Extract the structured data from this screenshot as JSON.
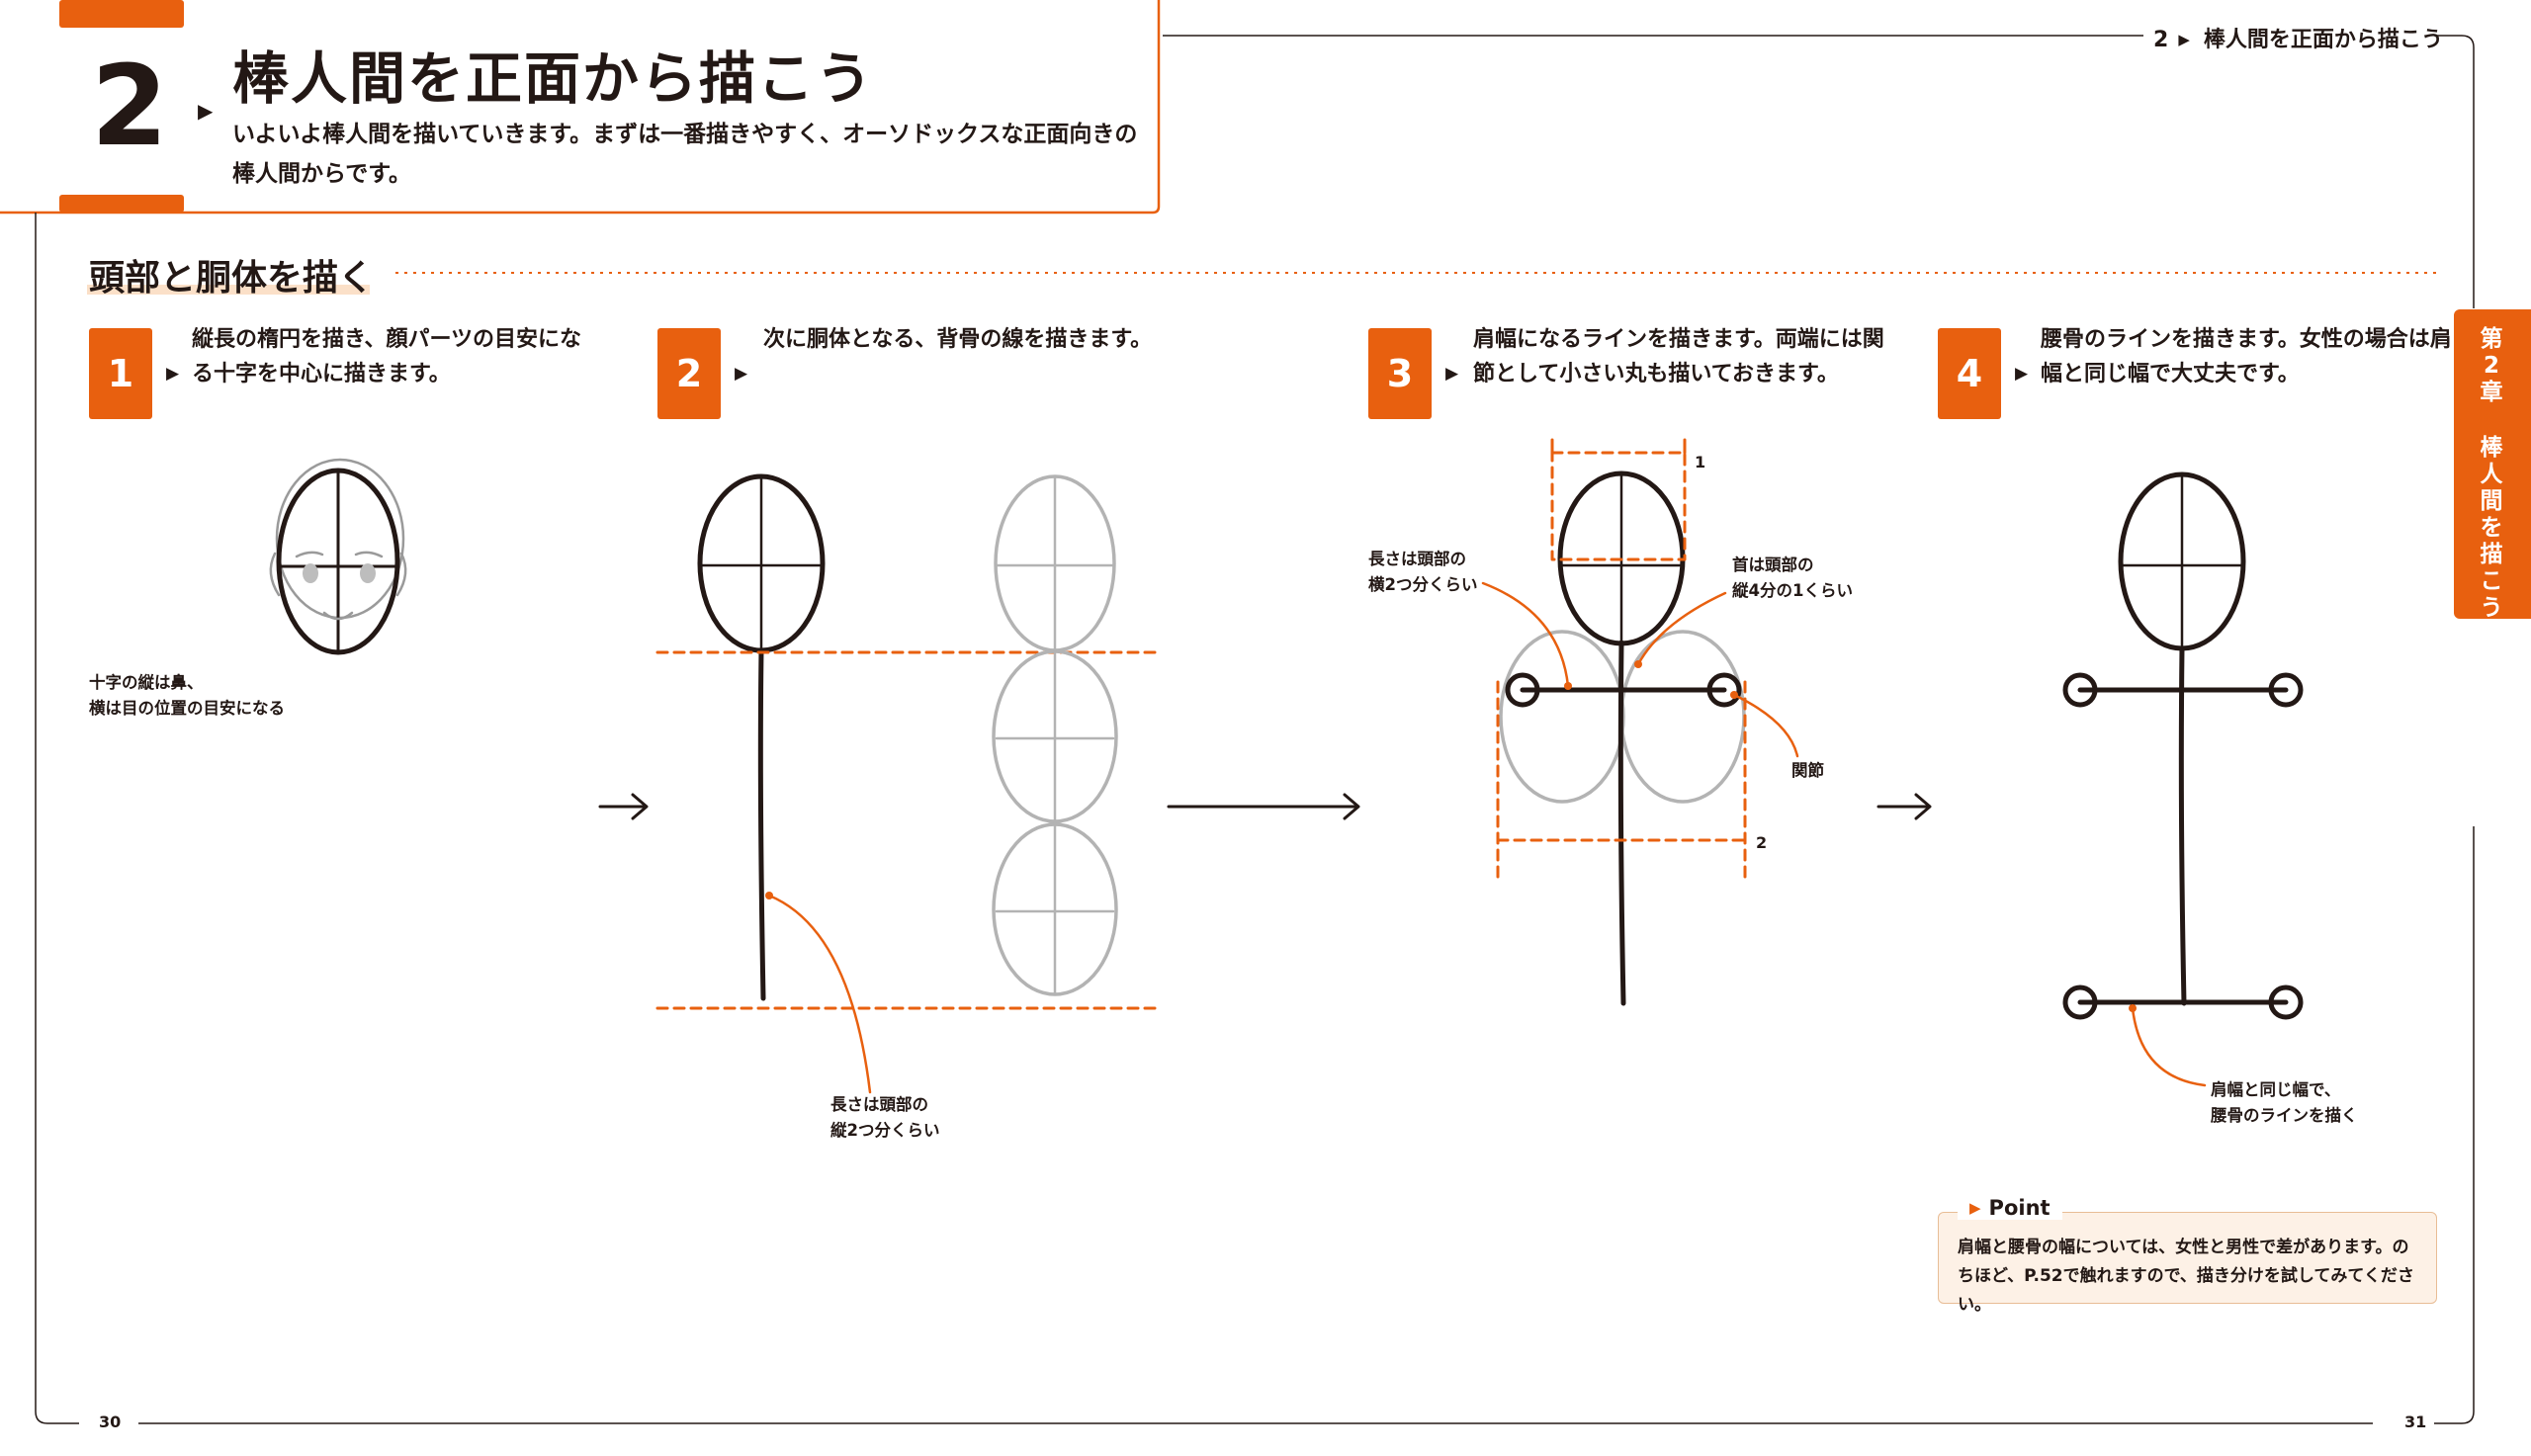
{
  "header": {
    "chapter_number": "2",
    "title": "棒人間を正面から描こう",
    "description": "いよいよ棒人間を描いていきます。まずは一番描きやすく、オーソドックスな正面向きの棒人間からです。"
  },
  "running_head": {
    "number": "2",
    "arrow_icon": "triangle-right-icon",
    "title": "棒人間を正面から描こう"
  },
  "section": {
    "heading": "頭部と胴体を描く"
  },
  "steps": [
    {
      "number": "1",
      "text": "縦長の楕円を描き、顔パーツの目安になる十字を中心に描きます。"
    },
    {
      "number": "2",
      "text": "次に胴体となる、背骨の線を描きます。"
    },
    {
      "number": "3",
      "text": "肩幅になるラインを描きます。両端には関節として小さい丸も描いておきます。"
    },
    {
      "number": "4",
      "text": "腰骨のラインを描きます。女性の場合は肩幅と同じ幅で大丈夫です。"
    }
  ],
  "notes": {
    "face_cross": "十字の縦は鼻、\n横は目の位置の目安になる",
    "spine_length": "長さは頭部の\n縦2つ分くらい",
    "shoulder_width": "長さは頭部の\n横2つ分くらい",
    "neck": "首は頭部の\n縦4分の1くらい",
    "joint": "関節",
    "hip": "肩幅と同じ幅で、\n腰骨のラインを描く",
    "dim_1": "1",
    "dim_2": "2"
  },
  "side_tab": {
    "chapter": "第\n2\n章",
    "title": "棒\n人\n間\nを\n描\nこ\nう"
  },
  "point": {
    "label": "Point",
    "text": "肩幅と腰骨の幅については、女性と男性で差があります。のちほど、P.52で触れますので、描き分けを試してみてください。"
  },
  "folios": {
    "left": "30",
    "right": "31"
  },
  "colors": {
    "accent": "#e8600f",
    "ink": "#231815",
    "sketch_gray": "#b3b3b3"
  }
}
